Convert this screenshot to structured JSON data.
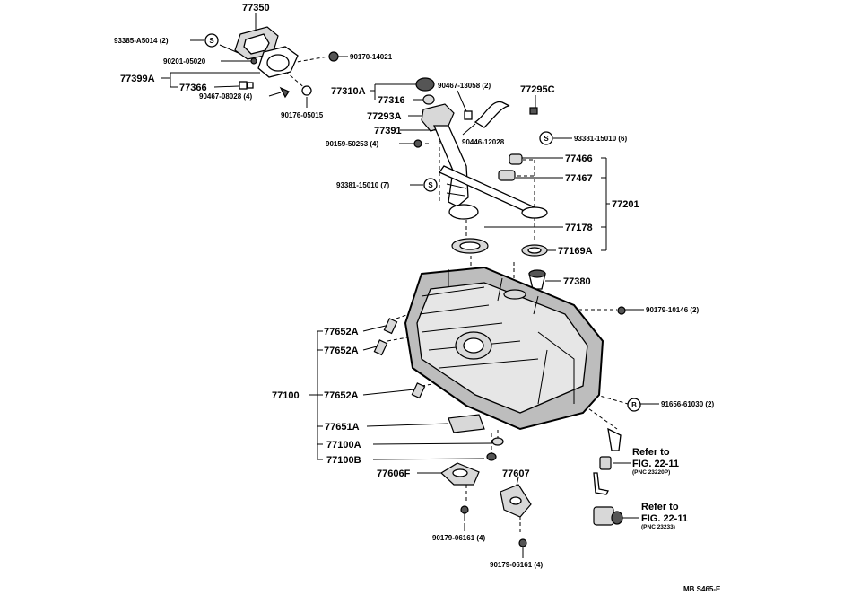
{
  "labels": {
    "p77350": "77350",
    "p93385": "93385-A5014 (2)",
    "p90201": "90201-05020",
    "p90170": "90170-14021",
    "p77399A": "77399A",
    "p77366": "77366",
    "p90467_08028": "90467-08028 (4)",
    "p90176": "90176-05015",
    "p77310A": "77310A",
    "p77316": "77316",
    "p90467_13058": "90467-13058 (2)",
    "p77295C": "77295C",
    "p77293A": "77293A",
    "p77391": "77391",
    "p90446": "90446-12028",
    "p93381_6": "93381-15010 (6)",
    "p90159": "90159-50253 (4)",
    "p77466": "77466",
    "p77467": "77467",
    "p93381_7": "93381-15010 (7)",
    "p77201": "77201",
    "p77178": "77178",
    "p77169A": "77169A",
    "p77380": "77380",
    "p90179_10146": "90179-10146 (2)",
    "p77652A_1": "77652A",
    "p77652A_2": "77652A",
    "p77100": "77100",
    "p77652A_3": "77652A",
    "p91656": "91656-61030 (2)",
    "p77651A": "77651A",
    "p77100A": "77100A",
    "p77100B": "77100B",
    "p77606F": "77606F",
    "p77607": "77607",
    "p90179_06161_a": "90179-06161 (4)",
    "p90179_06161_b": "90179-06161 (4)",
    "refer1_line1": "Refer to",
    "refer1_line2": "FIG. 22-11",
    "refer1_line3": "(PNC 23220P)",
    "refer2_line1": "Refer to",
    "refer2_line2": "FIG. 22-11",
    "refer2_line3": "(PNC 23233)",
    "symbol_s": "S",
    "symbol_b": "B",
    "drawing_code": "MB S465-E"
  }
}
